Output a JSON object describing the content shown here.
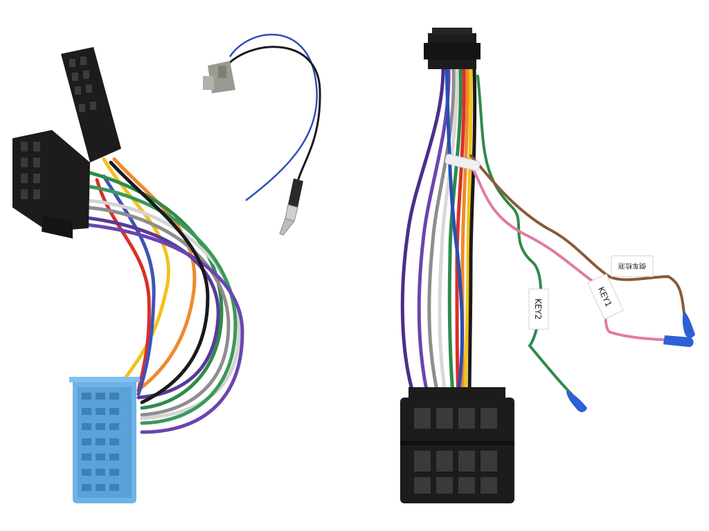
{
  "labels": {
    "key1": "KEY1",
    "key2": "KEY2",
    "cn_tag": "倒车检测"
  },
  "colors": {
    "background": "#ffffff",
    "connector_black": "#1c1c1c",
    "connector_blue": "#6fb3e6",
    "connector_gray": "#9a9a92",
    "wire_yellow": "#f2c21b",
    "wire_orange": "#ee8a2e",
    "wire_red": "#d9302a",
    "wire_purple": "#5a3a9a",
    "wire_green": "#2f8a4c",
    "wire_gray": "#9a9a9a",
    "wire_white": "#e6e6e6",
    "wire_blue": "#2a4fb5",
    "wire_black": "#1a1a1a",
    "wire_brown": "#8a5a35",
    "wire_pink": "#e27aa6",
    "cap_blue": "#2f5fd6"
  }
}
